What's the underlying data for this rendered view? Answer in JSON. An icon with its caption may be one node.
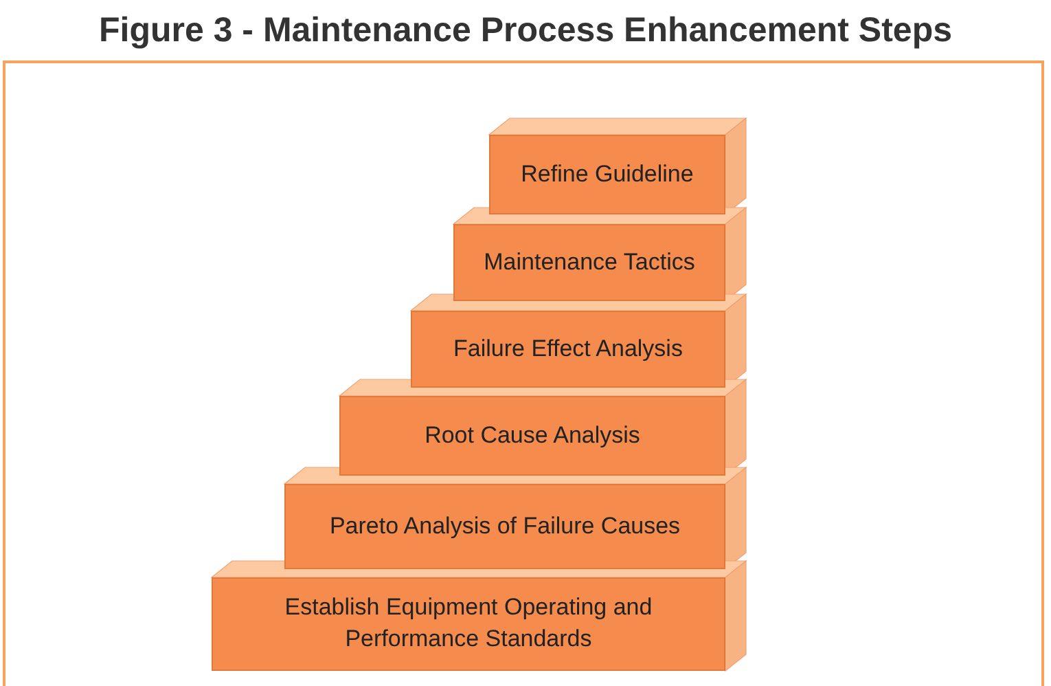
{
  "diagram": {
    "title": "Figure 3 - Maintenance Process Enhancement Steps",
    "nodes": [
      {
        "text": [
          "Refine Guideline"
        ]
      },
      {
        "text": [
          "Maintenance Tactics"
        ]
      },
      {
        "text": [
          "Failure Effect Analysis"
        ]
      },
      {
        "text": [
          "Root Cause Analysis"
        ]
      },
      {
        "text": [
          "Pareto Analysis of Failure Causes"
        ]
      },
      {
        "text": [
          "Establish Equipment Operating and Performance Standards"
        ]
      }
    ],
    "edges": []
  }
}
